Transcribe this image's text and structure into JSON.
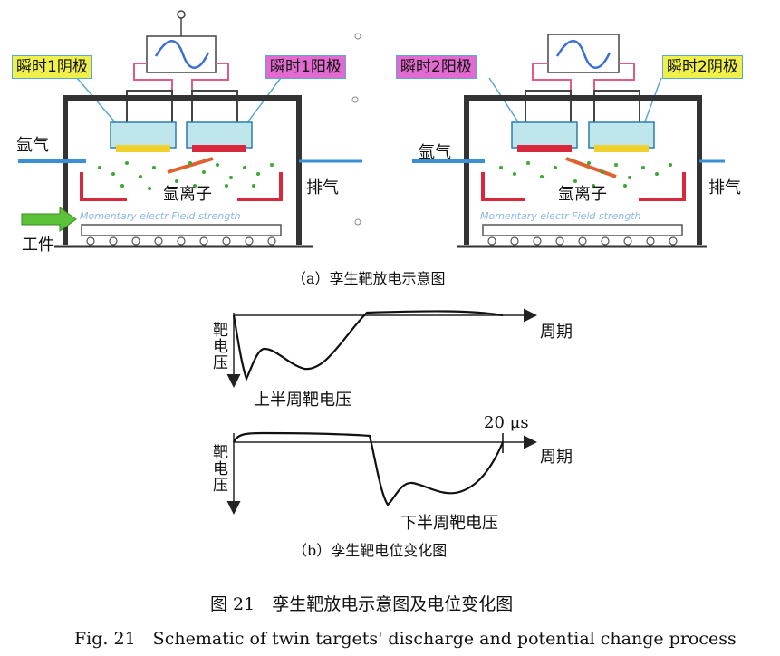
{
  "panel_a": {
    "left": {
      "label_cathode": "瞬时1阴极",
      "label_anode": "瞬时1阳极",
      "gas_in": "氩气",
      "ion": "氩离子",
      "exhaust": "排气",
      "workpiece": "工件",
      "faint_text": "Momentary electr  Field strength"
    },
    "right": {
      "label_anode": "瞬时2阳极",
      "label_cathode": "瞬时2阴极",
      "gas_in": "氩气",
      "ion": "氩离子",
      "exhaust": "排气",
      "faint_text": "Momentary electr  Field strength"
    },
    "caption": "（a）孪生靶放电示意图"
  },
  "panel_b": {
    "top_plot": {
      "ylabel": "靶电压",
      "xlabel": "周期",
      "annotation": "上半周靶电压"
    },
    "bottom_plot": {
      "ylabel": "靶电压",
      "xlabel": "周期",
      "annotation": "下半周靶电压",
      "time_mark": "20 μs"
    },
    "caption": "（b）孪生靶电位变化图"
  },
  "figure": {
    "caption_cn": "图 21　孪生靶放电示意图及电位变化图",
    "caption_en": "Fig. 21　Schematic of twin targets' discharge and potential change process"
  },
  "colors": {
    "yellow_label": "#f0f04a",
    "pink_label": "#e26ad0",
    "chamber": "#333333",
    "accent_red": "#d9283c",
    "accent_blue": "#3b8fd6",
    "ion_green": "#3aa832"
  }
}
